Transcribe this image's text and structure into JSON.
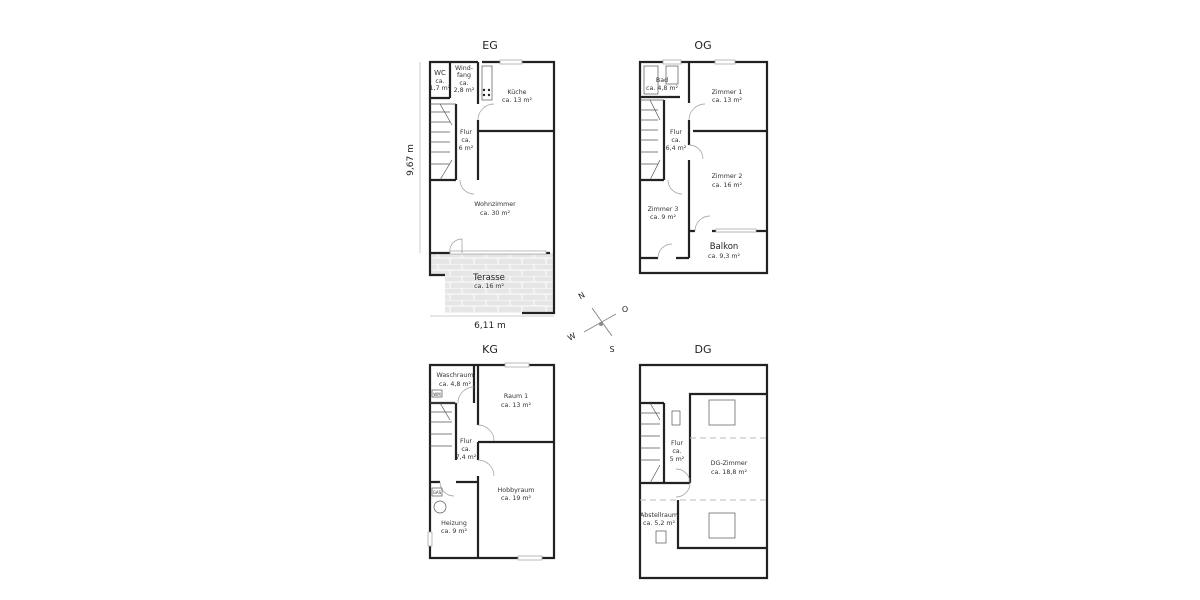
{
  "floors": {
    "eg": {
      "title": "EG",
      "dimension_height": "9,67 m",
      "dimension_width": "6,11 m",
      "rooms": [
        {
          "lines": [
            "WC",
            "ca.",
            "1,7 m²"
          ]
        },
        {
          "lines": [
            "Wind-",
            "fang",
            "ca.",
            "2,8 m²"
          ]
        },
        {
          "lines": [
            "Küche",
            "ca. 13 m²"
          ]
        },
        {
          "lines": [
            "Flur",
            "ca.",
            "6 m²"
          ]
        },
        {
          "lines": [
            "Wohnzimmer",
            "ca. 30 m²"
          ]
        },
        {
          "lines": [
            "Terasse",
            "ca. 16 m²"
          ]
        }
      ]
    },
    "og": {
      "title": "OG",
      "rooms": [
        {
          "lines": [
            "Bad",
            "ca. 4,8 m²"
          ]
        },
        {
          "lines": [
            "Zimmer 1",
            "ca. 13 m²"
          ]
        },
        {
          "lines": [
            "Flur",
            "ca.",
            "6,4 m²"
          ]
        },
        {
          "lines": [
            "Zimmer 2",
            "ca. 16 m²"
          ]
        },
        {
          "lines": [
            "Zimmer 3",
            "ca. 9 m²"
          ]
        },
        {
          "lines": [
            "Balkon",
            "ca. 9,3 m²"
          ]
        }
      ]
    },
    "kg": {
      "title": "KG",
      "fixtures": {
        "washer": "WM",
        "gas": "GAS"
      },
      "rooms": [
        {
          "lines": [
            "Waschraum",
            "ca. 4,8 m²"
          ]
        },
        {
          "lines": [
            "Raum 1",
            "ca. 13 m²"
          ]
        },
        {
          "lines": [
            "Flur",
            "ca.",
            "7,4 m²"
          ]
        },
        {
          "lines": [
            "Hobbyraum",
            "ca. 19 m²"
          ]
        },
        {
          "lines": [
            "Heizung",
            "ca. 9 m²"
          ]
        }
      ]
    },
    "dg": {
      "title": "DG",
      "rooms": [
        {
          "lines": [
            "Flur",
            "ca.",
            "5 m²"
          ]
        },
        {
          "lines": [
            "DG-Zimmer",
            "ca. 18,8 m²"
          ]
        },
        {
          "lines": [
            "Abstellraum",
            "ca. 5,2 m²"
          ]
        }
      ]
    }
  },
  "compass": {
    "n": "N",
    "e": "O",
    "s": "S",
    "w": "W"
  },
  "colors": {
    "wall": "#222222",
    "terrace": "#e6e6e6"
  }
}
